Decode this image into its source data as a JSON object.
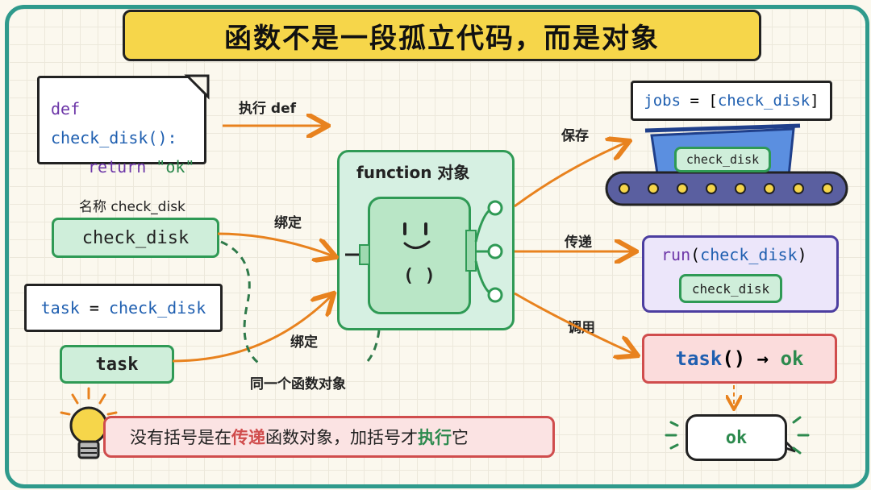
{
  "title": "函数不是一段孤立代码，而是对象",
  "code": {
    "line1_kw": "def",
    "line1_fn": "check_disk():",
    "line2_kw": "return",
    "line2_str": "\"ok\""
  },
  "labels": {
    "exec_def": "执行 def",
    "name_caption": "名称 check_disk",
    "bind1": "绑定",
    "bind2": "绑定",
    "same_object": "同一个函数对象",
    "save": "保存",
    "pass": "传递",
    "call": "调用"
  },
  "names": {
    "check_disk": "check_disk",
    "task": "task"
  },
  "assign": {
    "lhs": "task",
    "op": "=",
    "rhs": "check_disk"
  },
  "function_object": {
    "title": "function 对象",
    "mouth": "( )"
  },
  "jobs": {
    "lhs": "jobs",
    "op": "=",
    "open": "[",
    "item": "check_disk",
    "close": "]",
    "tray_item": "check_disk"
  },
  "run": {
    "fn": "run",
    "open": "(",
    "arg": "check_disk",
    "close": ")",
    "pill": "check_disk"
  },
  "call_expr": {
    "name": "task",
    "parens": "()",
    "arrow": "→",
    "result": "ok"
  },
  "result_bubble": "ok",
  "tip": {
    "p1": "没有括号是在",
    "p2": "传递",
    "p3": "函数对象，加括号才",
    "p4": "执行",
    "p5": "它"
  },
  "colors": {
    "teal_frame": "#2f9a8c",
    "title_yellow": "#f6d64a",
    "arrow_orange": "#e8821e",
    "green": "#2f9a55",
    "red": "#d04d4d",
    "purple": "#4c3ea0"
  }
}
